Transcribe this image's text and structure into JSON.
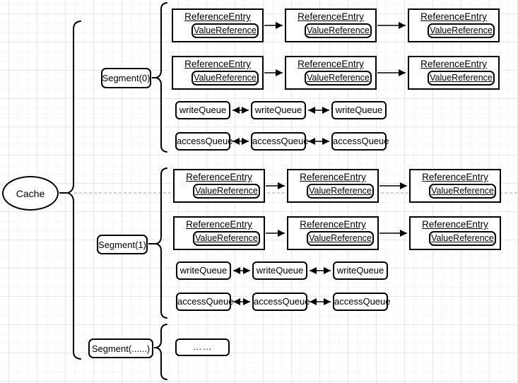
{
  "labels": {
    "cache": "Cache",
    "reference_entry": "ReferenceEntry",
    "value_reference": "ValueReference",
    "write_queue": "writeQueue",
    "access_queue": "accessQueue",
    "dots": "……"
  },
  "segments": [
    {
      "label": "Segment(0)"
    },
    {
      "label": "Segment(1)"
    },
    {
      "label": "Segment(......)"
    }
  ],
  "colors": {
    "shape_stroke": "#000000",
    "shape_fill": "#ffffff",
    "dashed_guideline": "#b8b8b8",
    "grid_minor": "#f7f5f5",
    "grid_major": "#e9e7e7",
    "background": "#ffffff"
  }
}
